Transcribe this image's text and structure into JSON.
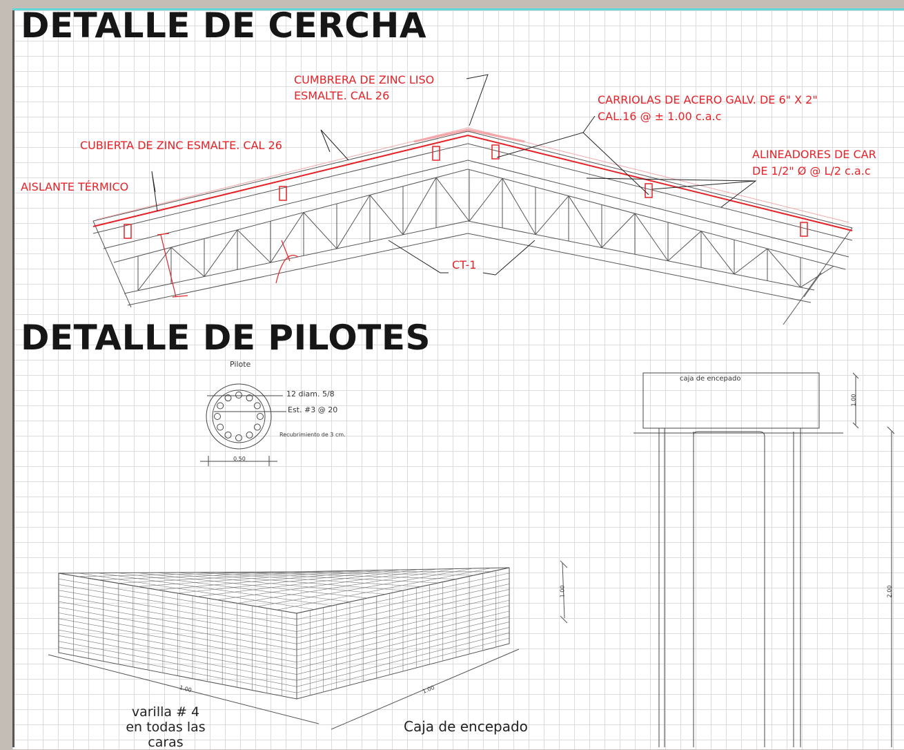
{
  "truss": {
    "title": "DETALLE DE CERCHA",
    "notes": {
      "ridge_line1": "CUMBRERA DE ZINC LISO",
      "ridge_line2": "ESMALTE. CAL 26",
      "purlins_line1": "CARRIOLAS DE ACERO GALV. DE 6\" X 2\"",
      "purlins_line2": "CAL.16 @ ± 1.00 c.a.c",
      "roof": "CUBIERTA DE ZINC ESMALTE. CAL 26",
      "aligners_line1": "ALINEADORES DE CAR",
      "aligners_line2": "DE 1/2\" Ø @ L/2 c.a.c",
      "insulation": "AISLANTE TÉRMICO",
      "truss_tag": "CT-1"
    }
  },
  "piles": {
    "title": "DETALLE DE PILOTES",
    "section": {
      "label": "Pilote",
      "bars": "12 diam. 5/8",
      "stirrups": "Est. #3 @ 20",
      "cover": "Recubrimiento de 3 cm.",
      "diameter": "0.50"
    },
    "cage": {
      "caption_line1": "varilla # 4",
      "caption_line2": "en todas las",
      "caption_line3": "caras",
      "caption": "Caja de encepado",
      "dim_a": "1.00",
      "dim_b": "1.00",
      "dim_h": "1.00"
    },
    "elevation": {
      "cap_label": "caja de encepado",
      "dim_cap": "1.00",
      "dim_pile": "2.00"
    }
  },
  "colors": {
    "annotation": "#e42227",
    "title": "#161616",
    "grid": "#dcdcdc",
    "accent_border": "#62d7da"
  }
}
